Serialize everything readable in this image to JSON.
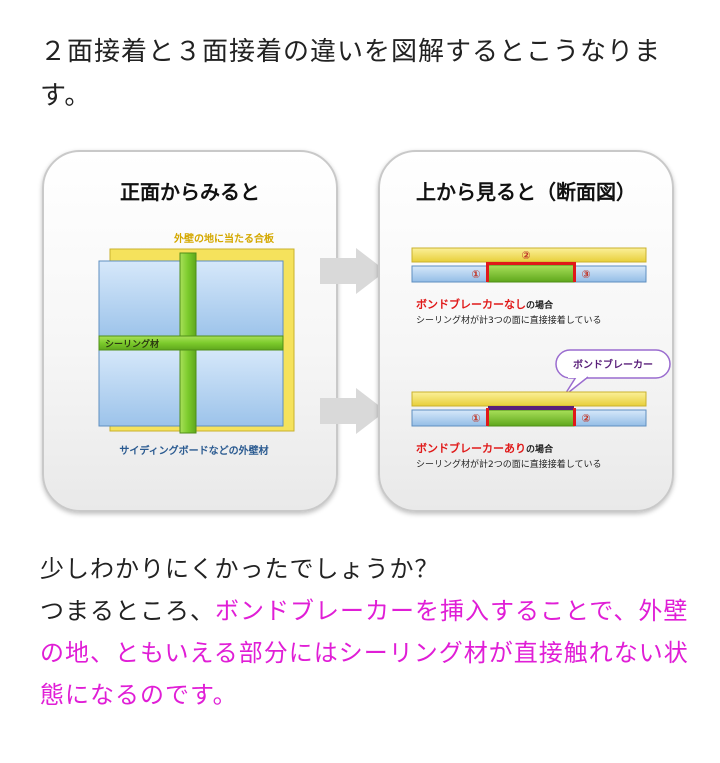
{
  "intro_text": "２面接着と３面接着の違いを図解するとこうなります。",
  "left_panel": {
    "title": "正面からみると",
    "backing_label": "外壁の地に当たる合板",
    "sealing_label": "シーリング材",
    "siding_label": "サイディングボードなどの外壁材"
  },
  "right_panel": {
    "title": "上から見ると（断面図）",
    "case_without": {
      "marker_top": "②",
      "marker_left": "①",
      "marker_right": "③",
      "heading": "ボンドブレーカーなし",
      "heading_suffix": "の場合",
      "description": "シーリング材が計3つの面に直接接着している"
    },
    "case_with": {
      "callout": "ボンドブレーカー",
      "marker_left": "①",
      "marker_right": "②",
      "heading": "ボンドブレーカーあり",
      "heading_suffix": "の場合",
      "description": "シーリング材が計2つの面に直接接着している"
    }
  },
  "conclusion": {
    "line1": "少しわかりにくかったでしょうか？",
    "prefix": "つまるところ、",
    "highlight": "ボンドブレーカーを挿入することで、外壁の地、ともいえる部分にはシーリング材が直接触れない状態になるのです。"
  },
  "colors": {
    "board_blue": "#a9cdf0",
    "sealant_green": "#7ccb2c",
    "backing_yellow": "#f5e25c",
    "bond_breaker_purple": "#5a1f7a",
    "adhesion_red": "#e01919",
    "highlight_magenta": "#e01ed6",
    "callout_border": "#9a6ccf"
  }
}
